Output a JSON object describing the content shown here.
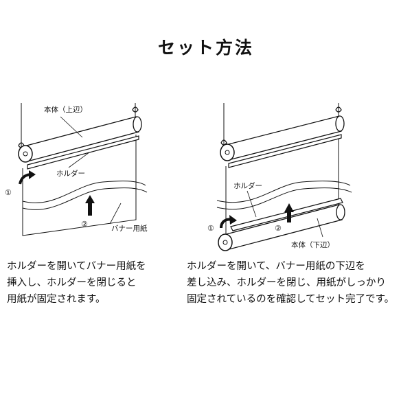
{
  "title": "セット方法",
  "left": {
    "label_body": "本体（上辺）",
    "label_holder": "ホルダー",
    "label_banner": "バナー用紙",
    "step1": "①",
    "step2": "②",
    "description": [
      "ホルダーを開いてバナー用紙を",
      "挿入し、ホルダーを閉じると",
      "用紙が固定されます。"
    ]
  },
  "right": {
    "label_holder": "ホルダー",
    "label_body": "本体（下辺）",
    "step1": "①",
    "step2": "②",
    "description": [
      "ホルダーを開いて、バナー用紙の下辺を",
      "差し込み、ホルダーを閉じ、用紙がしっかり",
      "固定されているのを確認してセット完了です。"
    ]
  }
}
